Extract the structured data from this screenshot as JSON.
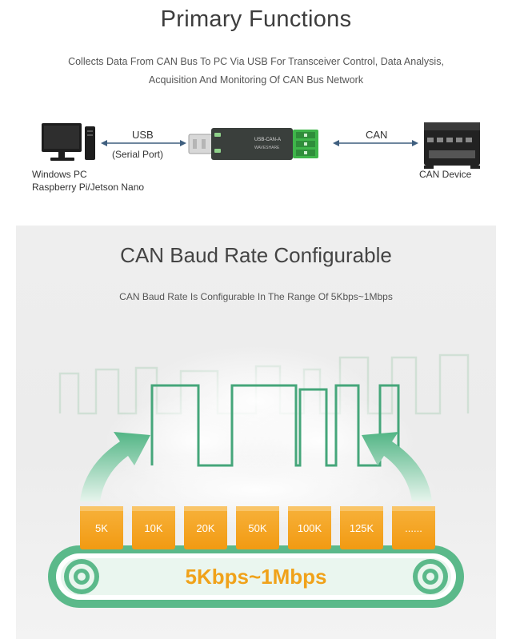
{
  "section1": {
    "title": "Primary Functions",
    "description_line1": "Collects Data From CAN Bus To PC Via USB For Transceiver Control, Data Analysis,",
    "description_line2": "Acquisition And Monitoring Of CAN Bus Network",
    "usb_label": "USB",
    "serial_label": "(Serial Port)",
    "can_label": "CAN",
    "pc_label_line1": "Windows PC",
    "pc_label_line2": "Raspberry Pi/Jetson Nano",
    "device_label": "CAN Device",
    "adapter_text_line1": "USB-CAN-A",
    "adapter_text_line2": "WAVESHARE",
    "icons": [
      "pc-monitor-icon",
      "usb-can-adapter-icon",
      "can-device-icon"
    ],
    "colors": {
      "adapter_body": "#3a3f3c",
      "terminal_green": "#3fb54a",
      "arrow": "#3f5f7f"
    }
  },
  "section2": {
    "title": "CAN Baud Rate Configurable",
    "description": "CAN Baud Rate Is Configurable In The Range Of 5Kbps~1Mbps",
    "rates": [
      "5K",
      "10K",
      "20K",
      "50K",
      "100K",
      "125K",
      "......"
    ],
    "range_label": "5Kbps~1Mbps",
    "colors": {
      "chip": "#f5a623",
      "belt_green": "#5bb98a",
      "range_text": "#f0a21a",
      "wave": "#45a67a"
    }
  }
}
